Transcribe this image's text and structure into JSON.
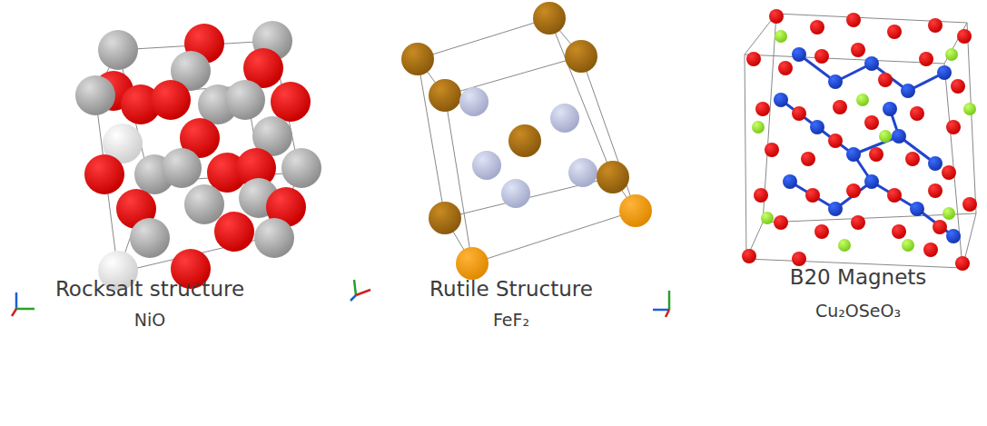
{
  "diagram": {
    "labels": [
      "Rocksalt structure",
      "NiO",
      "Rutile Structure",
      "FeF₂",
      "B20 Magnets",
      "Cu₂OSeO₃"
    ]
  }
}
